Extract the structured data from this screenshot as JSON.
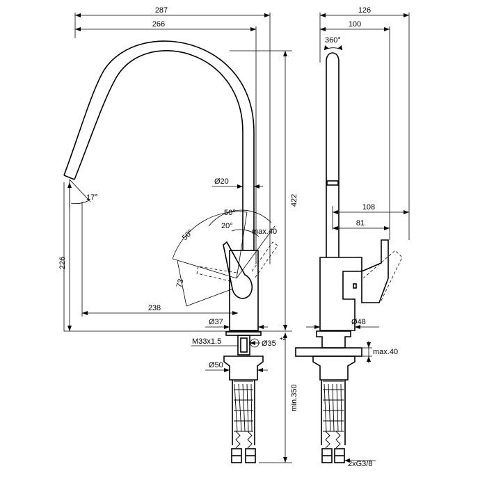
{
  "dimensions": {
    "front_overall_width": "287",
    "front_spout_reach": "266",
    "front_height": "422",
    "front_spout_height": "226",
    "front_spout_offset": "238",
    "front_pipe_dia": "Ø20",
    "front_body_dia": "Ø37",
    "front_thread": "M33x1.5",
    "front_hole_dia": "Ø35",
    "front_hole_tol": "+2",
    "front_base_dia": "Ø50",
    "front_min_len": "min.350",
    "front_handle_len": "73",
    "front_lever_angle_a": "50°",
    "front_lever_angle_b": "50°",
    "front_lever_angle_c": "20°",
    "front_spout_angle": "17°",
    "front_max": "max.40",
    "side_overall_width": "126",
    "side_spout_depth": "100",
    "side_rotation": "360°",
    "side_lever_reach": "108",
    "side_lever_depth": "81",
    "side_body_dia": "Ø48",
    "side_max": "max.40",
    "side_connection": "2xG3/8"
  }
}
